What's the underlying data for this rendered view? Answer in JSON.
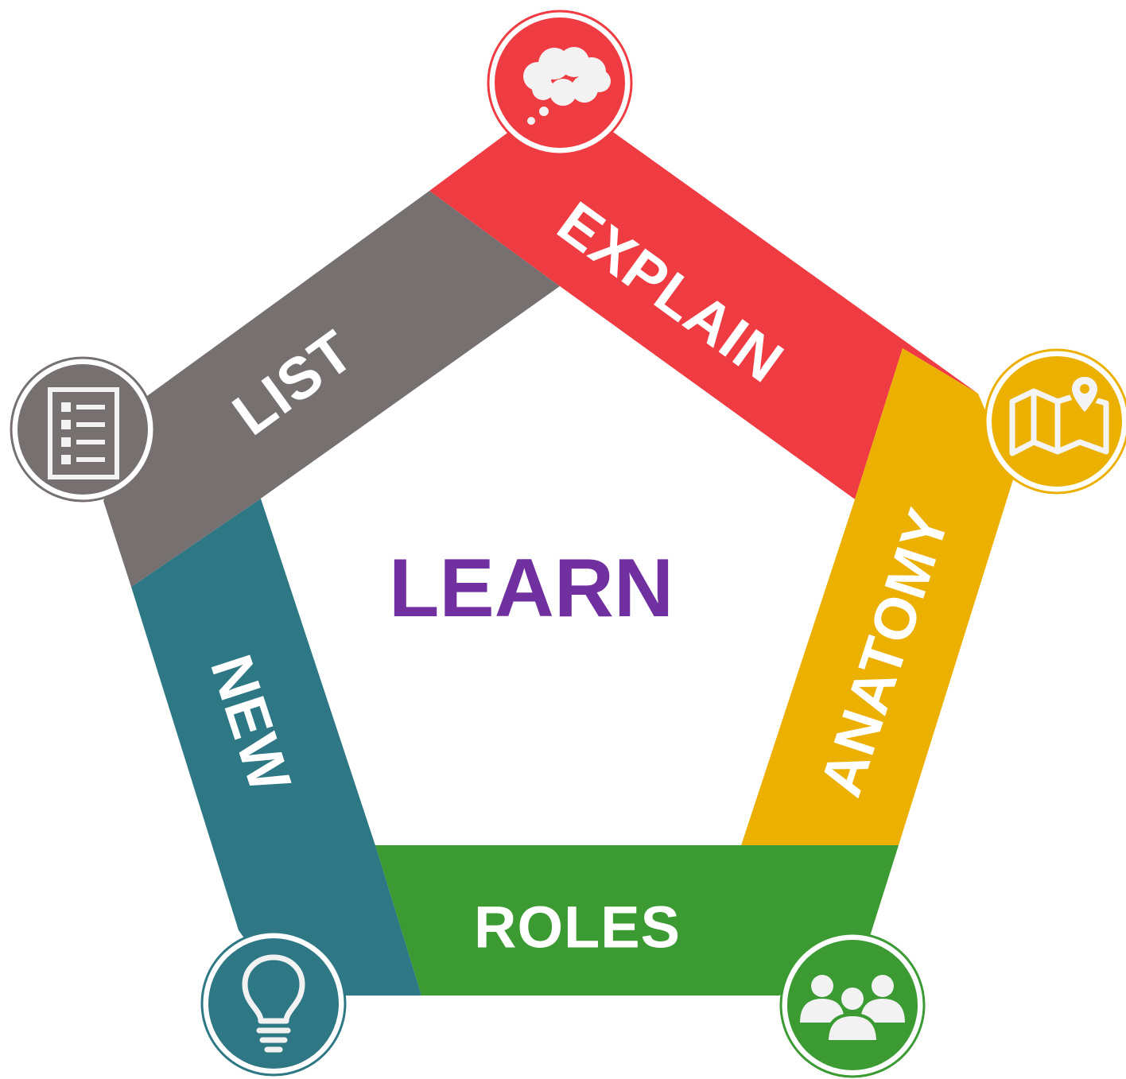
{
  "title": "LEARN",
  "colors": {
    "title": "#7030a0",
    "explain": "#ef3b42",
    "anatomy": "#ebb000",
    "roles": "#3c9a33",
    "new": "#2e7785",
    "list": "#767170"
  },
  "segments": {
    "explain": {
      "label": "EXPLAIN",
      "icon": "thought-cloud-icon"
    },
    "anatomy": {
      "label": "ANATOMY",
      "icon": "map-pin-icon"
    },
    "roles": {
      "label": "ROLES",
      "icon": "people-group-icon"
    },
    "new": {
      "label": "NEW",
      "icon": "lightbulb-icon"
    },
    "list": {
      "label": "LIST",
      "icon": "list-document-icon"
    }
  }
}
